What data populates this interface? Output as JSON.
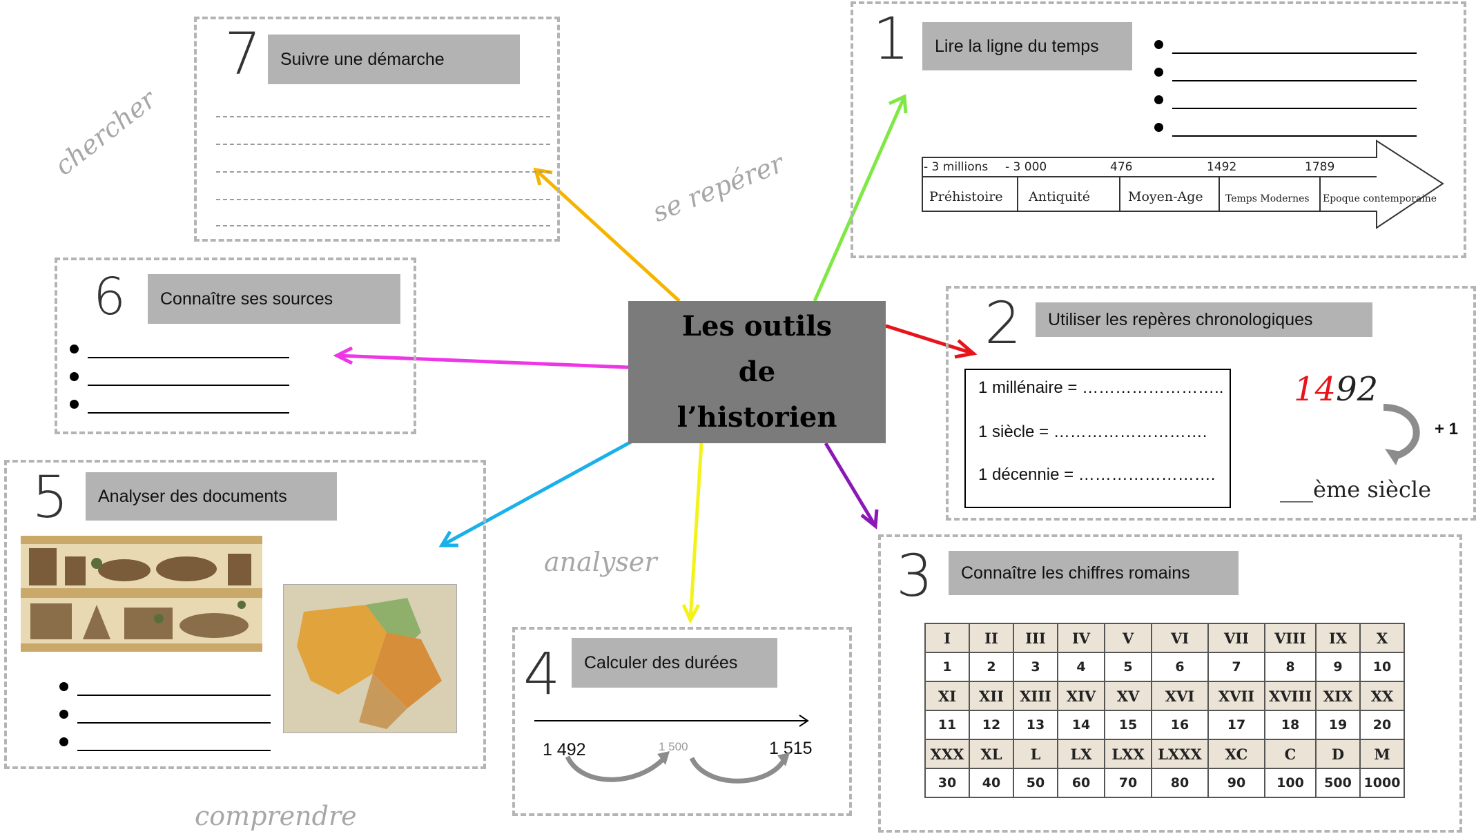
{
  "center": {
    "line1": "Les outils",
    "line2": "de",
    "line3": "l’historien"
  },
  "scripts": {
    "chercher": "chercher",
    "se_reperer": "se repérer",
    "analyser": "analyser",
    "comprendre": "comprendre"
  },
  "panel1": {
    "number": "1",
    "title": "Lire la ligne du temps",
    "timeline_dates": [
      "- 3 millions",
      "- 3 000",
      "476",
      "1492",
      "1789"
    ],
    "periods": [
      "Préhistoire",
      "Antiquité",
      "Moyen-Age",
      "Temps Modernes",
      "Epoque contemporaine"
    ]
  },
  "panel2": {
    "number": "2",
    "title": "Utiliser les repères chronologiques",
    "rows": [
      "1 millénaire = ……………………..",
      "1 siècle = ……………………….",
      "1 décennie = ……………………."
    ],
    "year_red": "14",
    "year_black": "92",
    "plus": "+ 1",
    "siecle": "___ème siècle"
  },
  "panel3": {
    "number": "3",
    "title": "Connaître les chiffres romains",
    "roman_rows": [
      [
        "I",
        "II",
        "III",
        "IV",
        "V",
        "VI",
        "VII",
        "VIII",
        "IX",
        "X"
      ],
      [
        "XI",
        "XII",
        "XIII",
        "XIV",
        "XV",
        "XVI",
        "XVII",
        "XVIII",
        "XIX",
        "XX"
      ],
      [
        "XXX",
        "XL",
        "L",
        "LX",
        "LXX",
        "LXXX",
        "XC",
        "C",
        "D",
        "M"
      ]
    ],
    "arabic_rows": [
      [
        "1",
        "2",
        "3",
        "4",
        "5",
        "6",
        "7",
        "8",
        "9",
        "10"
      ],
      [
        "11",
        "12",
        "13",
        "14",
        "15",
        "16",
        "17",
        "18",
        "19",
        "20"
      ],
      [
        "30",
        "40",
        "50",
        "60",
        "70",
        "80",
        "90",
        "100",
        "500",
        "1000"
      ]
    ]
  },
  "panel4": {
    "number": "4",
    "title": "Calculer des  durées",
    "start": "1 492",
    "middle": "1 500",
    "end": "1 515"
  },
  "panel5": {
    "number": "5",
    "title": "Analyser des documents"
  },
  "panel6": {
    "number": "6",
    "title": "Connaître ses sources"
  },
  "panel7": {
    "number": "7",
    "title": "Suivre une démarche"
  },
  "colors": {
    "p1": "#80e845",
    "p2": "#e8141b",
    "p3": "#8c17b8",
    "p4": "#f3f31a",
    "p5": "#1ab0ea",
    "p6": "#ee36e6",
    "p7": "#f5b400"
  }
}
